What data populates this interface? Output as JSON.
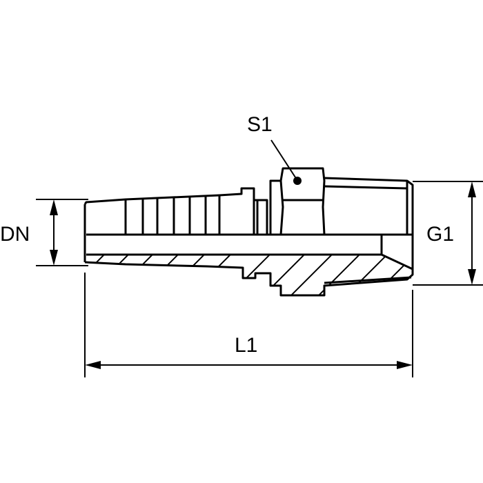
{
  "labels": {
    "s1": "S1",
    "dn": "DN",
    "g1": "G1",
    "l1": "L1"
  },
  "colors": {
    "line": "#000000",
    "background": "#ffffff"
  }
}
